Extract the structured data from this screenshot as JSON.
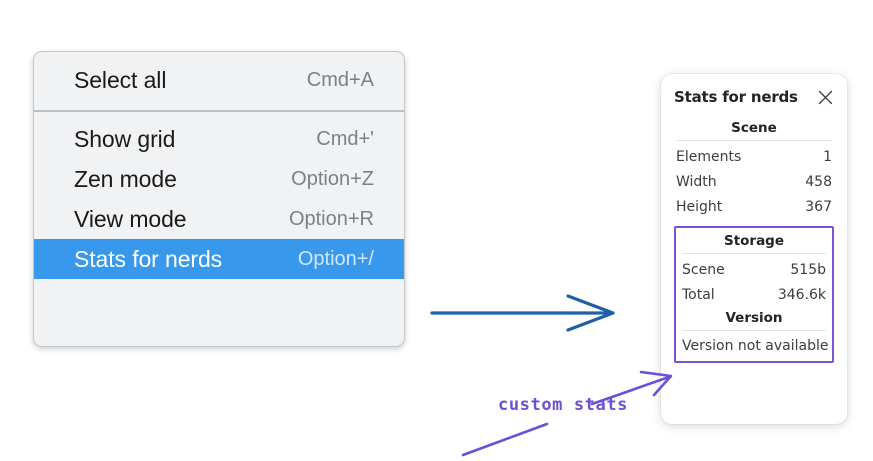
{
  "menu": {
    "groups": [
      {
        "items": [
          {
            "label": "Select all",
            "shortcut": "Cmd+A",
            "selected": false
          }
        ]
      },
      {
        "items": [
          {
            "label": "Show grid",
            "shortcut": "Cmd+'",
            "selected": false
          },
          {
            "label": "Zen mode",
            "shortcut": "Option+Z",
            "selected": false
          },
          {
            "label": "View mode",
            "shortcut": "Option+R",
            "selected": false
          },
          {
            "label": "Stats for nerds",
            "shortcut": "Option+/",
            "selected": true
          }
        ]
      }
    ],
    "highlight_color": "#3899ec"
  },
  "stats_panel": {
    "title": "Stats for nerds",
    "close_icon": "close-icon",
    "scene": {
      "title": "Scene",
      "rows": [
        {
          "key": "Elements",
          "value": "1"
        },
        {
          "key": "Width",
          "value": "458"
        },
        {
          "key": "Height",
          "value": "367"
        }
      ]
    },
    "custom": {
      "outline_color": "#7a52d4",
      "storage": {
        "title": "Storage",
        "rows": [
          {
            "key": "Scene",
            "value": "515b"
          },
          {
            "key": "Total",
            "value": "346.6k"
          }
        ]
      },
      "version": {
        "title": "Version",
        "text": "Version not available"
      }
    }
  },
  "annotations": {
    "handwritten_label": "custom stats",
    "label_color": "#6c4fd6",
    "arrow_color": "#1f5fa8"
  }
}
